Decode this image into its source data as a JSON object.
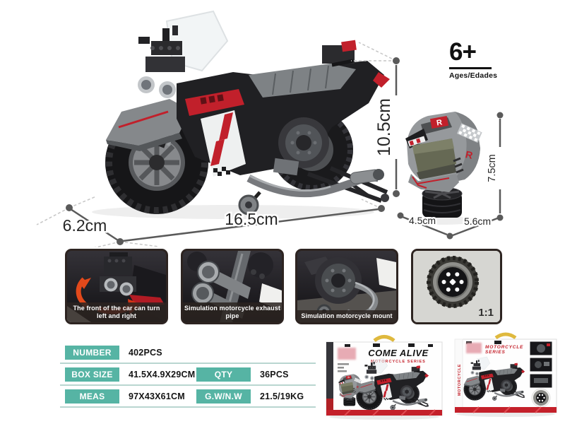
{
  "age_badge": {
    "age": "6+",
    "label": "Ages/Edades"
  },
  "dimensions": {
    "bike_height": "10.5cm",
    "bike_length": "16.5cm",
    "bike_width": "6.2cm",
    "helmet_height": "7.5cm",
    "helmet_width": "4.5cm",
    "helmet_depth": "5.6cm"
  },
  "features": {
    "turn": "The front of the car can turn left and right",
    "exhaust": "Simulation motorcycle exhaust pipe",
    "mount": "Simulation motorcycle mount",
    "scale": "1:1"
  },
  "specs": {
    "rows": [
      {
        "cells": [
          {
            "label": "NUMBER",
            "value": "402PCS"
          }
        ]
      },
      {
        "cells": [
          {
            "label": "BOX SIZE",
            "value": "41.5X4.9X29CM"
          },
          {
            "label": "QTY",
            "value": "36PCS"
          }
        ]
      },
      {
        "cells": [
          {
            "label": "MEAS",
            "value": "97X43X61CM"
          },
          {
            "label": "G.W/N.W",
            "value": "21.5/19KG"
          }
        ]
      }
    ]
  },
  "packaging": {
    "left_box": {
      "title": "COME ALIVE",
      "subtitle": "MOTORCYCLE SERIES"
    },
    "right_box": {
      "title_line1": "MOTORCYCLE",
      "title_line2": "SERIES",
      "spine_text": "MOTORCYCLE"
    }
  },
  "artwork": {
    "helmet_logo": "R"
  },
  "colors": {
    "teal": "#56b4a4",
    "separator": "#b9d6d0",
    "accent_red": "#c4202a",
    "dim": "#595959"
  }
}
